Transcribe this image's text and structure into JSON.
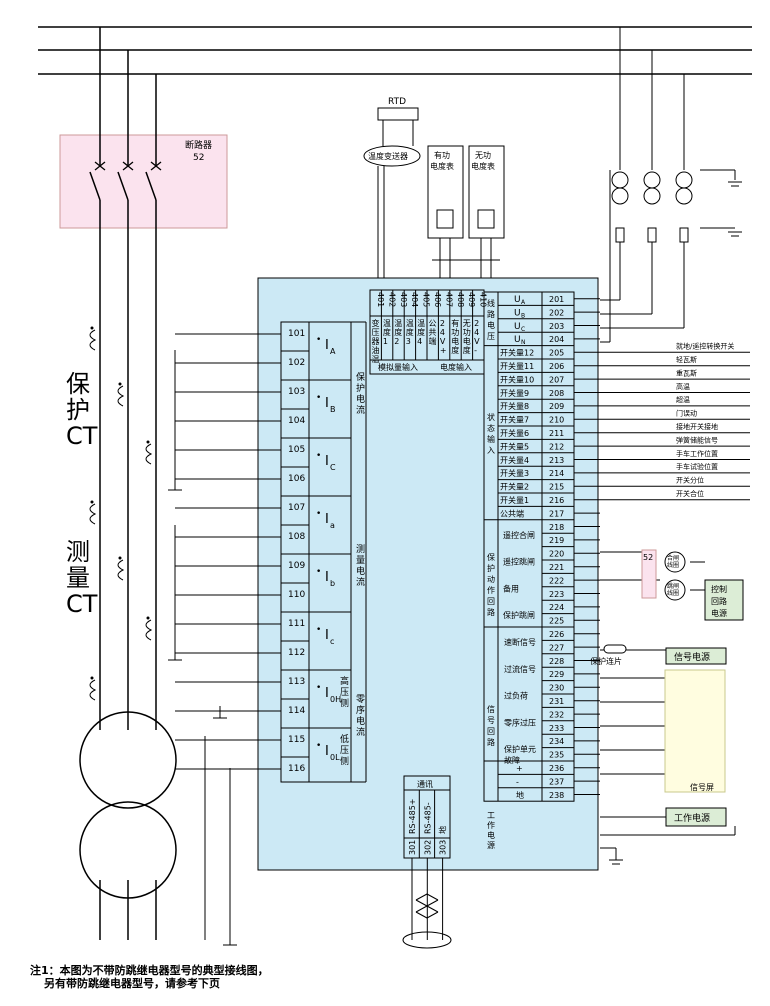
{
  "breaker": {
    "title": "断路器",
    "number": "52"
  },
  "rtd": "RTD",
  "temp_transmitter": "温度变送器",
  "meters": {
    "active": [
      "有功",
      "电度表"
    ],
    "reactive": [
      "无功",
      "电度表"
    ]
  },
  "side_labels": {
    "protect_ct": [
      "保",
      "护",
      "CT"
    ],
    "measure_ct": [
      "测",
      "量",
      "CT"
    ]
  },
  "current_terminals": [
    {
      "a": "101",
      "b": "102",
      "sym": "I",
      "sub": "A"
    },
    {
      "a": "103",
      "b": "104",
      "sym": "I",
      "sub": "B"
    },
    {
      "a": "105",
      "b": "106",
      "sym": "I",
      "sub": "C"
    },
    {
      "a": "107",
      "b": "108",
      "sym": "I",
      "sub": "a"
    },
    {
      "a": "109",
      "b": "110",
      "sym": "I",
      "sub": "b"
    },
    {
      "a": "111",
      "b": "112",
      "sym": "I",
      "sub": "c"
    },
    {
      "a": "113",
      "b": "114",
      "sym": "I",
      "sub": "0H"
    },
    {
      "a": "115",
      "b": "116",
      "sym": "I",
      "sub": "0L"
    }
  ],
  "zero_seq_sides": [
    "高压侧",
    "低压侧"
  ],
  "group_labels": {
    "protect_current": "保护电流",
    "measure_current": "测量电流",
    "zero_current": "零序电流",
    "analog_in": "模拟量输入",
    "energy_in": "电度输入",
    "line_voltage": "线路电压",
    "status_in": "状态输入",
    "protect_loop": "保护动作回路",
    "signal_loop": "信号回路",
    "work_power_grp": "工作电源",
    "comm": "通讯"
  },
  "analog_terminals": [
    {
      "num": "401",
      "label": "变压器油温"
    },
    {
      "num": "402",
      "label": "温度1"
    },
    {
      "num": "403",
      "label": "温度2"
    },
    {
      "num": "404",
      "label": "温度3"
    },
    {
      "num": "405",
      "label": "温度4"
    },
    {
      "num": "406",
      "label": "公共端"
    },
    {
      "num": "407",
      "label": "24V+"
    },
    {
      "num": "408",
      "label": "有功电度"
    },
    {
      "num": "409",
      "label": "无功电度"
    },
    {
      "num": "410",
      "label": "24V-"
    }
  ],
  "voltage_terminals": [
    {
      "sym": "U",
      "sub": "A",
      "num": "201"
    },
    {
      "sym": "U",
      "sub": "B",
      "num": "202"
    },
    {
      "sym": "U",
      "sub": "C",
      "num": "203"
    },
    {
      "sym": "U",
      "sub": "N",
      "num": "204"
    }
  ],
  "switch_terminals": [
    {
      "label": "开关量12",
      "num": "205",
      "ext": "就地/遥控转换开关"
    },
    {
      "label": "开关量11",
      "num": "206",
      "ext": "轻瓦斯"
    },
    {
      "label": "开关量10",
      "num": "207",
      "ext": "重瓦斯"
    },
    {
      "label": "开关量9",
      "num": "208",
      "ext": "高温"
    },
    {
      "label": "开关量8",
      "num": "209",
      "ext": "超温"
    },
    {
      "label": "开关量7",
      "num": "210",
      "ext": "门误动"
    },
    {
      "label": "开关量6",
      "num": "211",
      "ext": "接地开关接地"
    },
    {
      "label": "开关量5",
      "num": "212",
      "ext": "弹簧储能信号"
    },
    {
      "label": "开关量4",
      "num": "213",
      "ext": "手车工作位置"
    },
    {
      "label": "开关量3",
      "num": "214",
      "ext": "手车试验位置"
    },
    {
      "label": "开关量2",
      "num": "215",
      "ext": "开关分位"
    },
    {
      "label": "开关量1",
      "num": "216",
      "ext": "开关合位"
    },
    {
      "label": "公共端",
      "num": "217",
      "ext": ""
    }
  ],
  "protect_terminals": [
    {
      "num": "218"
    },
    {
      "num": "219"
    },
    {
      "num": "220"
    },
    {
      "num": "221"
    },
    {
      "num": "222"
    },
    {
      "num": "223"
    },
    {
      "num": "224"
    },
    {
      "num": "225"
    }
  ],
  "protect_labels": [
    "遥控合闸",
    "遥控跳闸",
    "备用",
    "保护跳闸"
  ],
  "signal_terminals": [
    {
      "num": "226"
    },
    {
      "num": "227"
    },
    {
      "num": "228"
    },
    {
      "num": "229"
    },
    {
      "num": "230"
    },
    {
      "num": "231"
    },
    {
      "num": "232"
    },
    {
      "num": "233"
    },
    {
      "num": "234"
    },
    {
      "num": "235"
    }
  ],
  "signal_labels": [
    "速断信号",
    "过流信号",
    "过负荷",
    "零序过压",
    "保护单元",
    "故障"
  ],
  "power_terminals": [
    {
      "label": "+",
      "num": "236"
    },
    {
      "label": "-",
      "num": "237"
    },
    {
      "label": "地",
      "num": "238"
    }
  ],
  "comm_terminals": [
    {
      "num": "301",
      "label": "RS-485+"
    },
    {
      "num": "302",
      "label": "RS-485-"
    },
    {
      "num": "303",
      "label": "地"
    }
  ],
  "right_boxes": {
    "control_power": [
      "控制",
      "回路",
      "电源"
    ],
    "signal_power": "信号电源",
    "work_power": "工作电源",
    "close_coil": [
      "合闸",
      "线圈"
    ],
    "trip_coil": [
      "跳闸",
      "线圈"
    ],
    "relay_52": "52",
    "protect_link": "保护连片",
    "signal_screen": "信号屏"
  },
  "note": [
    "注1：本图为不带防跳继电器型号的典型接线图，",
    "另有带防跳继电器型号，请参考下页"
  ]
}
